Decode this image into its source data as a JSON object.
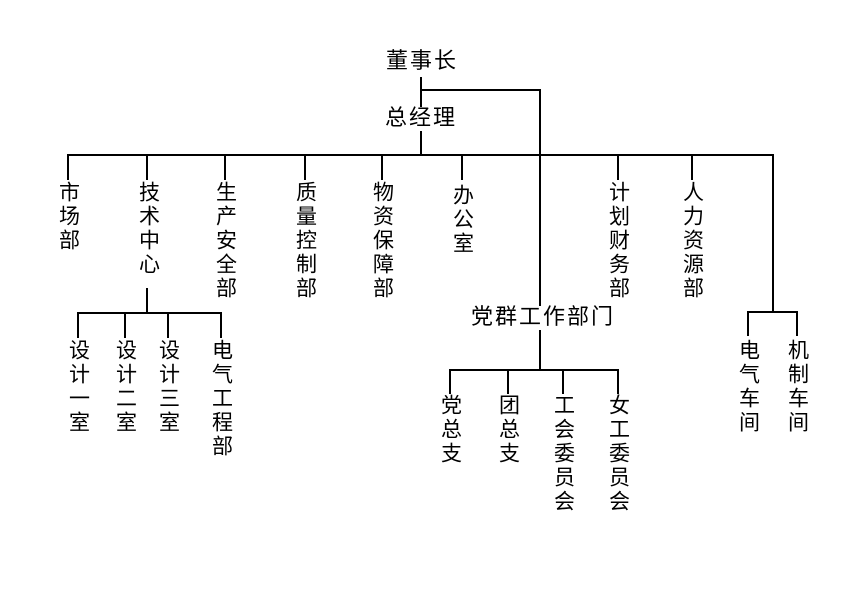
{
  "diagram": {
    "type": "org-chart",
    "language": "zh-CN",
    "colors": {
      "line": "#000000",
      "text": "#000000",
      "background": "#ffffff"
    },
    "nodes": {
      "chairman": "董事长",
      "general_manager": "总经理",
      "marketing_dept": "市场部",
      "tech_center": "技术中心",
      "production_safety_dept": "生产安全部",
      "quality_control_dept": "质量控制部",
      "material_support_dept": "物资保障部",
      "office": "办公室",
      "party_mass_depts": "党群工作部门",
      "planning_finance_dept": "计划财务部",
      "hr_dept": "人力资源部",
      "design_room_1": "设计一室",
      "design_room_2": "设计二室",
      "design_room_3": "设计三室",
      "electrical_eng_dept": "电气工程部",
      "party_general_branch": "党总支",
      "league_general_branch": "团总支",
      "union_committee": "工会委员会",
      "women_workers_committee": "女工委员会",
      "electrical_workshop": "电气车间",
      "machining_workshop": "机制车间"
    },
    "hierarchy": {
      "label": "董事长",
      "children": [
        {
          "label": "总经理",
          "children": [
            {
              "label": "市场部"
            },
            {
              "label": "技术中心",
              "children": [
                {
                  "label": "设计一室"
                },
                {
                  "label": "设计二室"
                },
                {
                  "label": "设计三室"
                },
                {
                  "label": "电气工程部"
                }
              ]
            },
            {
              "label": "生产安全部"
            },
            {
              "label": "质量控制部"
            },
            {
              "label": "物资保障部"
            },
            {
              "label": "办公室"
            },
            {
              "label": "计划财务部"
            },
            {
              "label": "人力资源部"
            },
            {
              "label": "电气车间"
            },
            {
              "label": "机制车间"
            }
          ]
        },
        {
          "label": "党群工作部门",
          "children": [
            {
              "label": "党总支"
            },
            {
              "label": "团总支"
            },
            {
              "label": "工会委员会"
            },
            {
              "label": "女工委员会"
            }
          ]
        }
      ]
    }
  }
}
